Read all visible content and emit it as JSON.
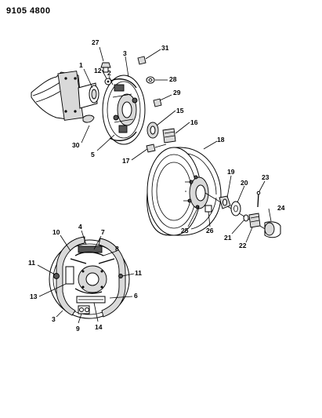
{
  "header": {
    "code": "9105 4800"
  },
  "callouts": [
    {
      "id": "c1",
      "text": "1"
    },
    {
      "id": "c12",
      "text": "12"
    },
    {
      "id": "c2",
      "text": "2"
    },
    {
      "id": "c27",
      "text": "27"
    },
    {
      "id": "c3a",
      "text": "3"
    },
    {
      "id": "c31",
      "text": "31"
    },
    {
      "id": "c28",
      "text": "28"
    },
    {
      "id": "c29",
      "text": "29"
    },
    {
      "id": "c15",
      "text": "15"
    },
    {
      "id": "c16",
      "text": "16"
    },
    {
      "id": "c18",
      "text": "18"
    },
    {
      "id": "c30",
      "text": "30"
    },
    {
      "id": "c5",
      "text": "5"
    },
    {
      "id": "c17",
      "text": "17"
    },
    {
      "id": "c19",
      "text": "19"
    },
    {
      "id": "c20",
      "text": "20"
    },
    {
      "id": "c23",
      "text": "23"
    },
    {
      "id": "c24",
      "text": "24"
    },
    {
      "id": "c25",
      "text": "25"
    },
    {
      "id": "c26",
      "text": "26"
    },
    {
      "id": "c21",
      "text": "21"
    },
    {
      "id": "c22",
      "text": "22"
    },
    {
      "id": "c10",
      "text": "10"
    },
    {
      "id": "c4",
      "text": "4"
    },
    {
      "id": "c7",
      "text": "7"
    },
    {
      "id": "c8",
      "text": "8"
    },
    {
      "id": "c11a",
      "text": "11"
    },
    {
      "id": "c11b",
      "text": "11"
    },
    {
      "id": "c13",
      "text": "13"
    },
    {
      "id": "c6",
      "text": "6"
    },
    {
      "id": "c3b",
      "text": "3"
    },
    {
      "id": "c9",
      "text": "9"
    },
    {
      "id": "c14",
      "text": "14"
    }
  ]
}
